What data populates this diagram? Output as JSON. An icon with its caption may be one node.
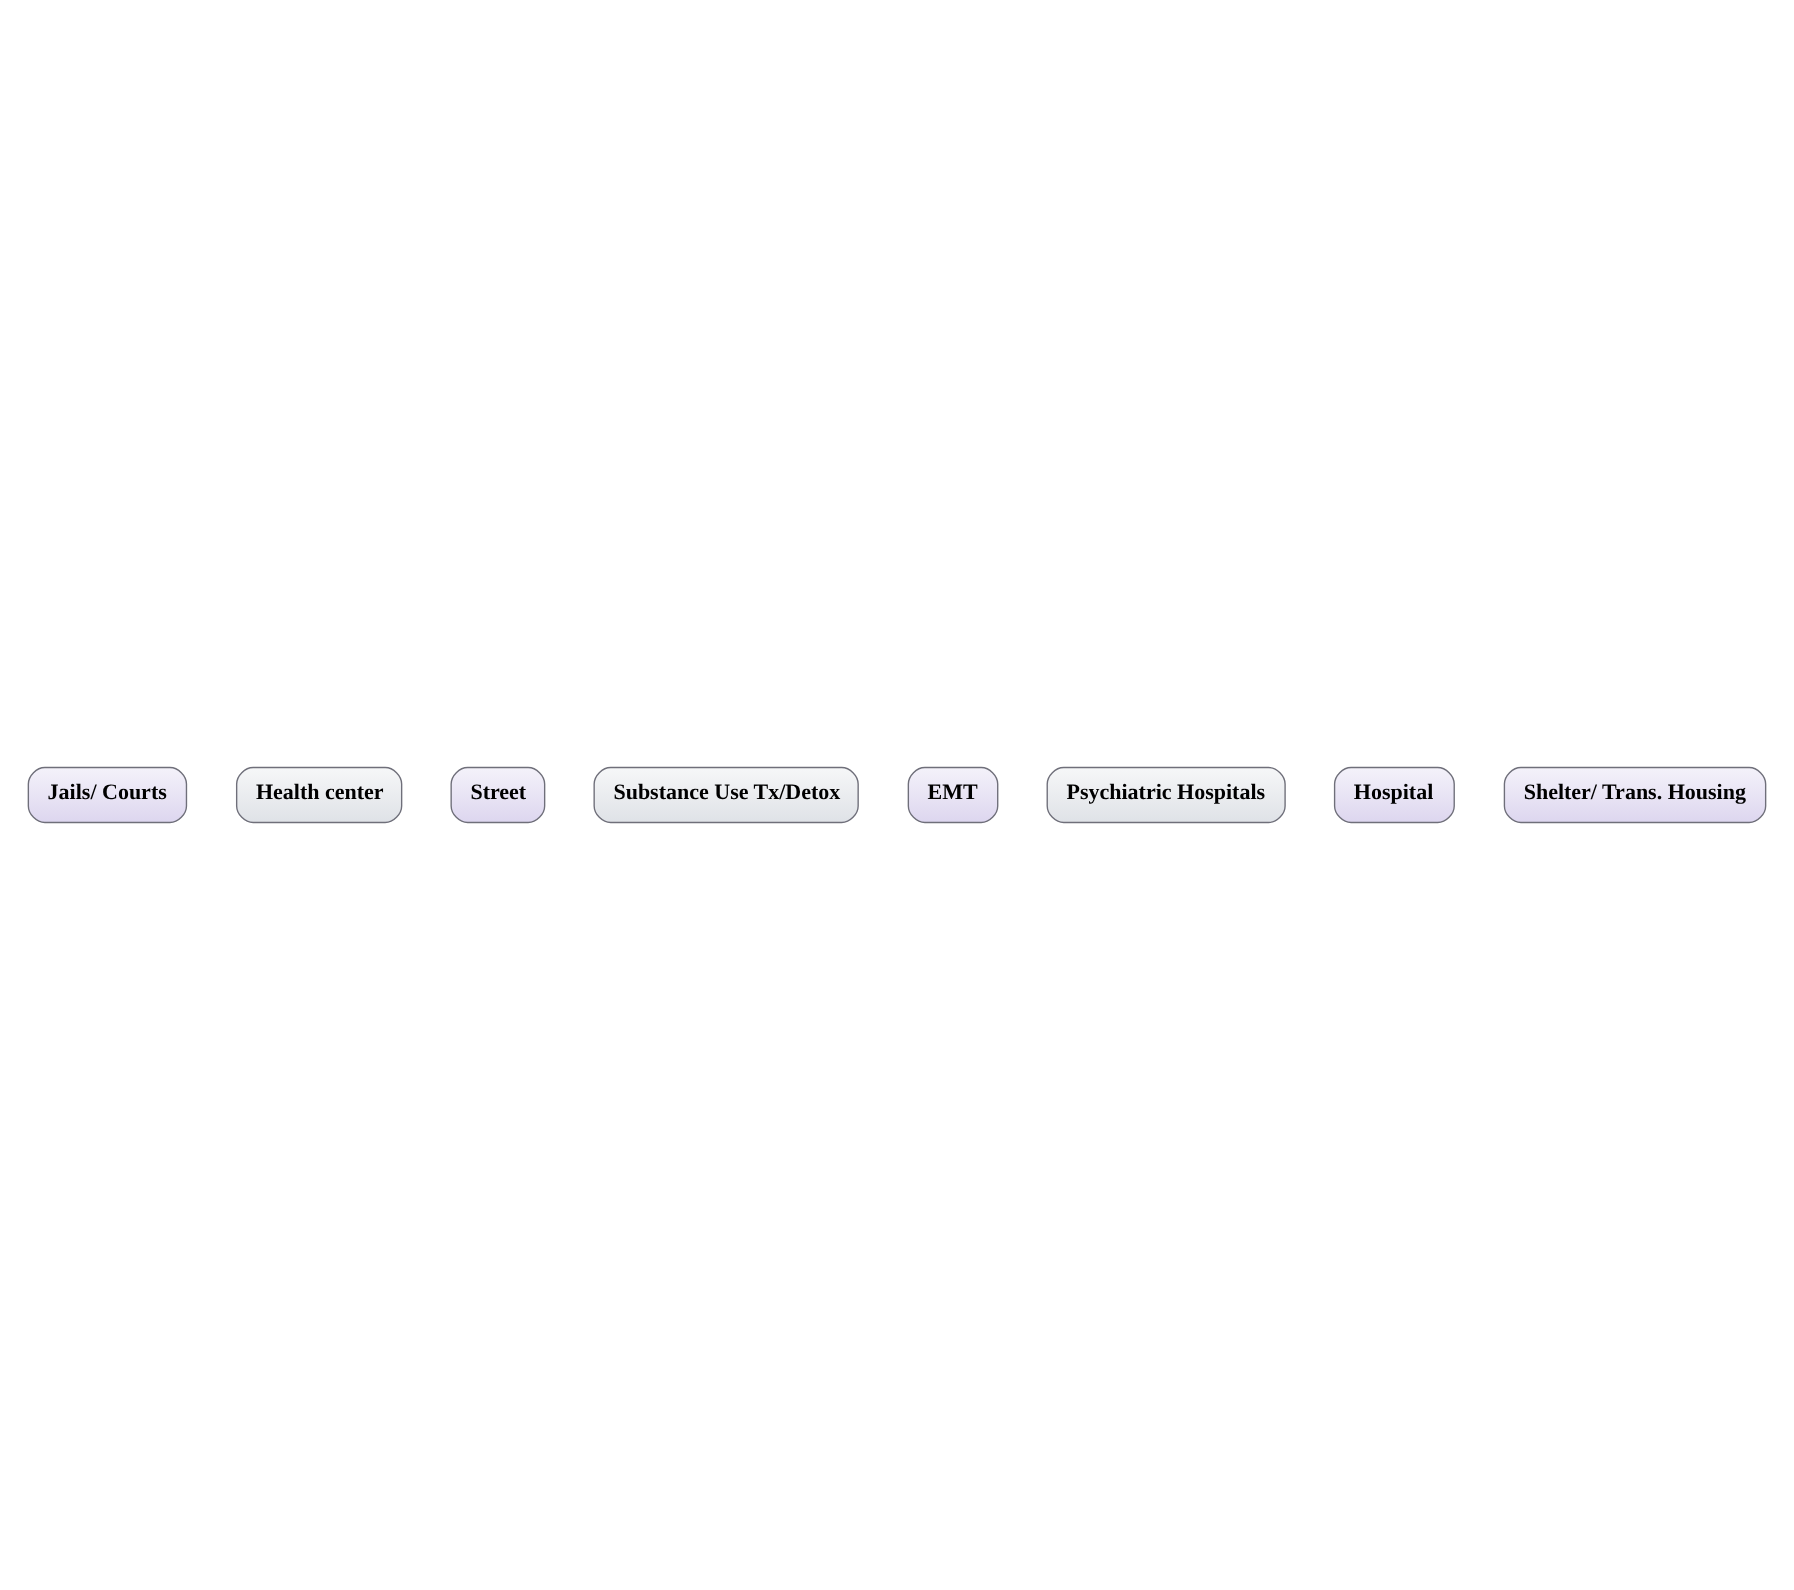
{
  "diagram": {
    "nodes": [
      {
        "text": [
          "Jails/ Courts"
        ]
      },
      {
        "text": [
          "Health center"
        ]
      },
      {
        "text": [
          "Street"
        ]
      },
      {
        "text": [
          "Substance Use Tx/Detox"
        ]
      },
      {
        "text": [
          "EMT"
        ]
      },
      {
        "text": [
          "Psychiatric Hospitals"
        ]
      },
      {
        "text": [
          "Hospital"
        ]
      },
      {
        "text": [
          "Shelter/ Trans. Housing"
        ]
      }
    ],
    "edges": []
  }
}
